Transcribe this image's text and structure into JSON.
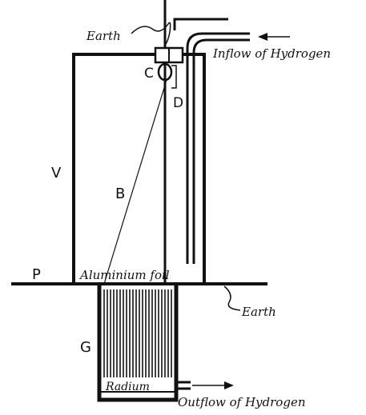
{
  "labels": {
    "earth_top": "Earth",
    "inflow": "Inflow of Hydrogen",
    "c": "C",
    "d": "D",
    "v": "V",
    "b": "B",
    "p": "P",
    "aluminium_foil": "Aluminium foil",
    "earth_right": "Earth",
    "g": "G",
    "radium": "Radium",
    "outflow": "Outflow of Hydrogen"
  },
  "colors": {
    "ink": "#111111",
    "paper": "#ffffff"
  }
}
